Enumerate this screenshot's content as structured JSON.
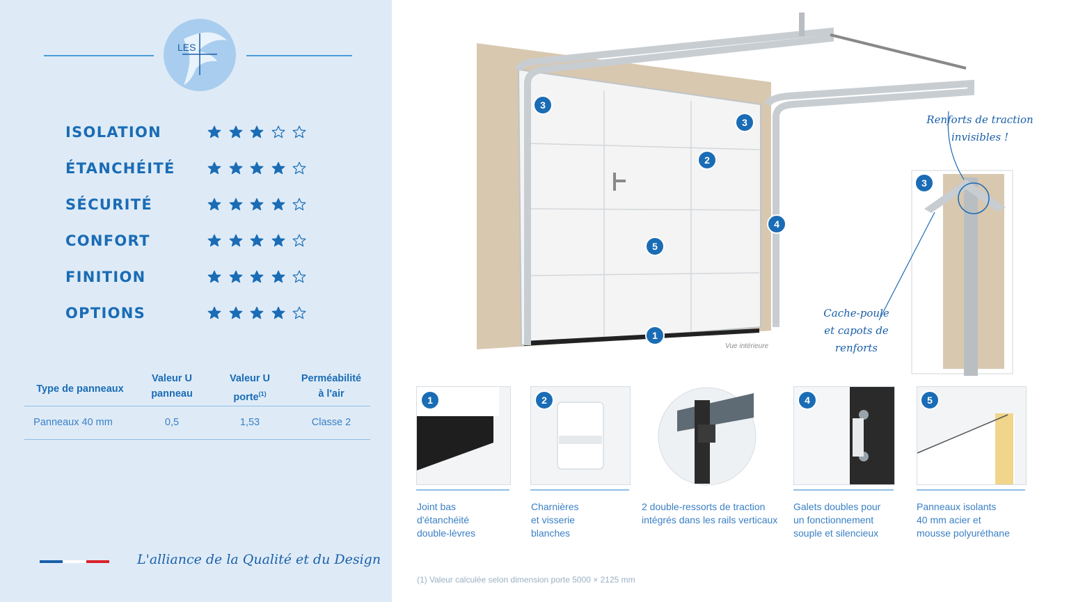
{
  "logo": {
    "text": "LES"
  },
  "ratings": [
    {
      "label": "ISOLATION",
      "stars": 3
    },
    {
      "label": "ÉTANCHÉITÉ",
      "stars": 4
    },
    {
      "label": "SÉCURITÉ",
      "stars": 4
    },
    {
      "label": "CONFORT",
      "stars": 4
    },
    {
      "label": "FINITION",
      "stars": 4
    },
    {
      "label": "OPTIONS",
      "stars": 4
    }
  ],
  "ratings_max": 5,
  "spec_table": {
    "headers": [
      "Type de panneaux",
      "Valeur U panneau",
      "Valeur U porte",
      "Perméabilité à l'air"
    ],
    "header_lines": [
      [
        "Type de panneaux"
      ],
      [
        "Valeur U",
        "panneau"
      ],
      [
        "Valeur U",
        "porte"
      ],
      [
        "Perméabilité",
        "à l'air"
      ]
    ],
    "header_superscript": "(1)",
    "row": [
      "Panneaux 40 mm",
      "0,5",
      "1,53",
      "Classe 2"
    ]
  },
  "tagline": "L'alliance de la Qualité et du Design",
  "diagram": {
    "callout_top": [
      "Renforts de traction",
      "invisibles !"
    ],
    "callout_side": [
      "Cache-poule",
      "et capots de renforts"
    ],
    "view_label": "Vue intérieure",
    "badges": [
      "3",
      "3",
      "2",
      "4",
      "5",
      "1",
      "3"
    ]
  },
  "features": [
    {
      "number": "1",
      "caption": [
        "Joint bas",
        "d'étanchéité",
        "double-lèvres"
      ]
    },
    {
      "number": "2",
      "caption": [
        "Charnières",
        "et visserie",
        "blanches"
      ]
    },
    {
      "number": "",
      "caption": [
        "2 double-ressorts de traction",
        "intégrés dans les rails verticaux"
      ]
    },
    {
      "number": "4",
      "caption": [
        "Galets doubles pour",
        "un fonctionnement",
        "souple et silencieux"
      ]
    },
    {
      "number": "5",
      "caption": [
        "Panneaux isolants",
        "40 mm acier et",
        "mousse polyuréthane"
      ]
    }
  ],
  "footnote": "(1) Valeur calculée selon dimension porte 5000 × 2125 mm",
  "colors": {
    "accent": "#1a6cb5",
    "left_bg": "#deebf7",
    "flag_blue": "#1a5fa8",
    "flag_white": "#ffffff",
    "flag_red": "#d9232d"
  }
}
